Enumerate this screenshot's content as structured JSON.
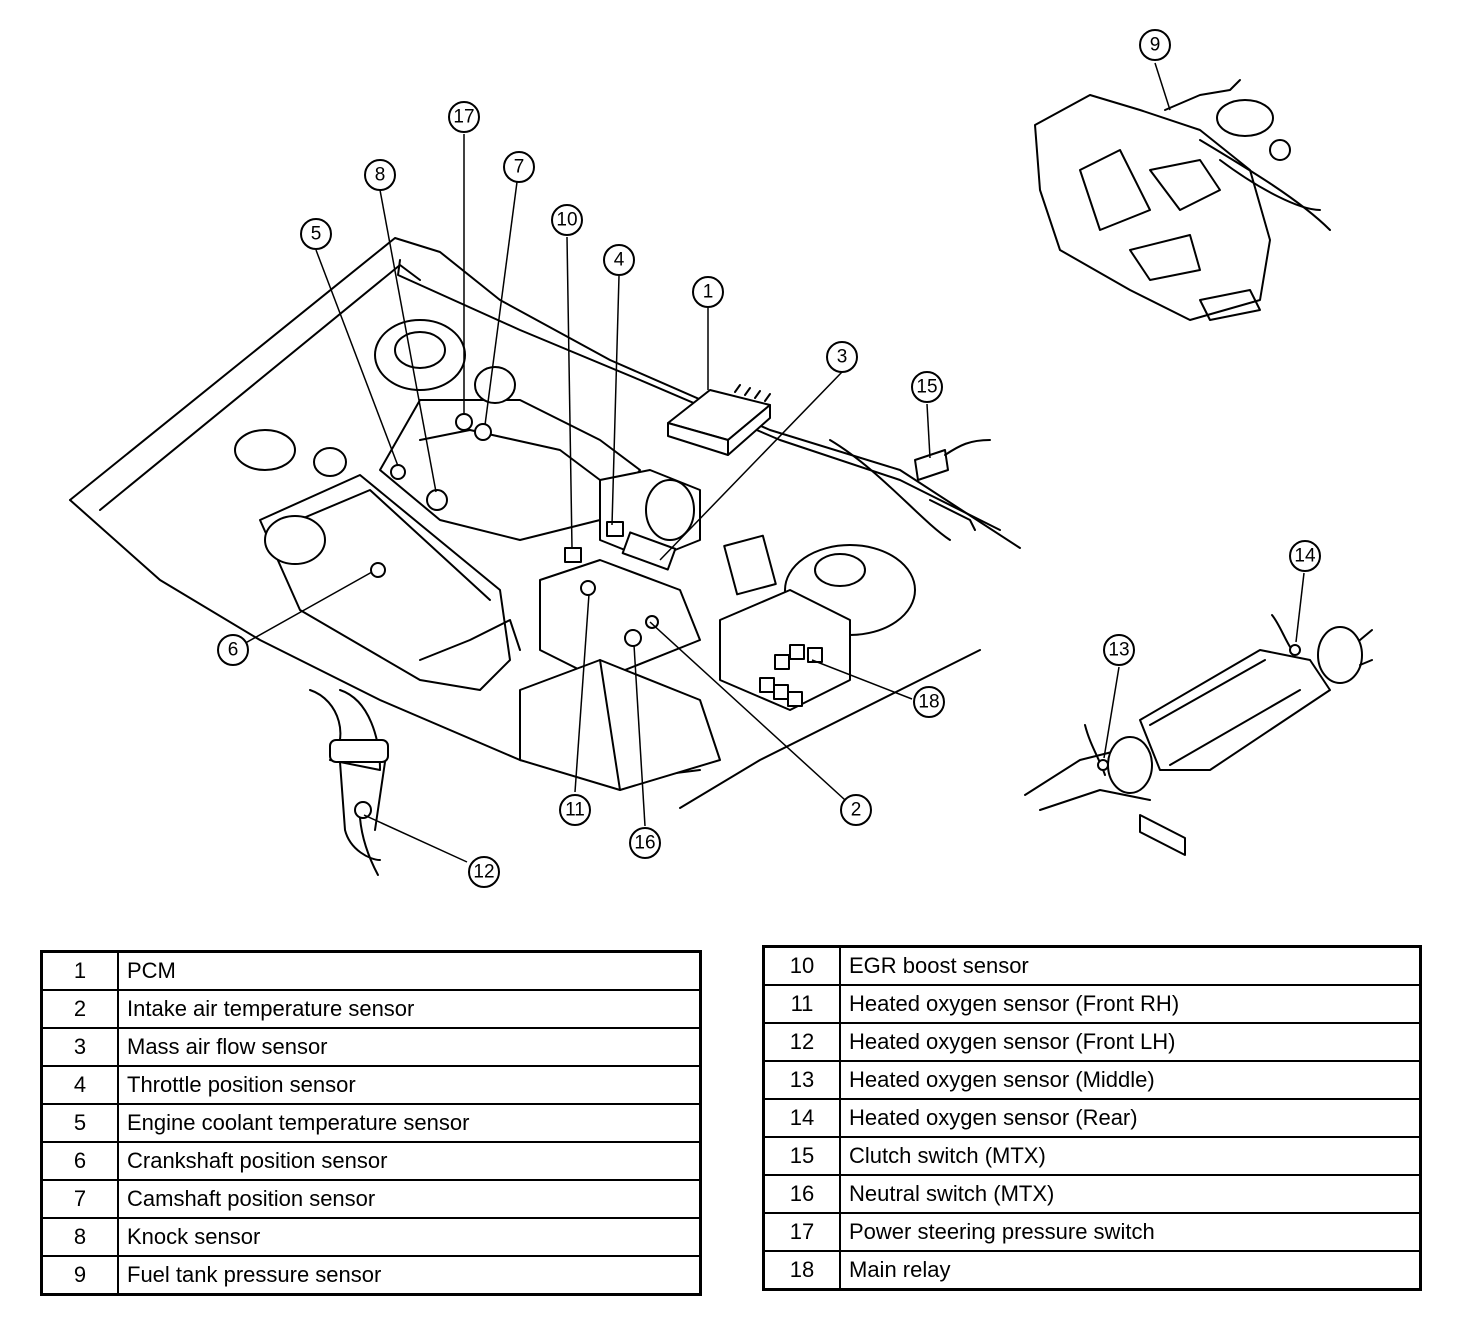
{
  "callouts": [
    "1",
    "2",
    "3",
    "4",
    "5",
    "6",
    "7",
    "8",
    "9",
    "10",
    "11",
    "12",
    "13",
    "14",
    "15",
    "16",
    "17",
    "18"
  ],
  "legend_left": [
    {
      "num": "1",
      "label": "PCM"
    },
    {
      "num": "2",
      "label": "Intake air temperature sensor"
    },
    {
      "num": "3",
      "label": "Mass air flow sensor"
    },
    {
      "num": "4",
      "label": "Throttle position sensor"
    },
    {
      "num": "5",
      "label": "Engine coolant temperature sensor"
    },
    {
      "num": "6",
      "label": "Crankshaft position sensor"
    },
    {
      "num": "7",
      "label": "Camshaft position sensor"
    },
    {
      "num": "8",
      "label": "Knock sensor"
    },
    {
      "num": "9",
      "label": "Fuel tank pressure sensor"
    }
  ],
  "legend_right": [
    {
      "num": "10",
      "label": "EGR boost sensor"
    },
    {
      "num": "11",
      "label": "Heated oxygen sensor (Front RH)"
    },
    {
      "num": "12",
      "label": "Heated oxygen sensor (Front LH)"
    },
    {
      "num": "13",
      "label": "Heated oxygen sensor (Middle)"
    },
    {
      "num": "14",
      "label": "Heated oxygen sensor (Rear)"
    },
    {
      "num": "15",
      "label": "Clutch switch (MTX)"
    },
    {
      "num": "16",
      "label": "Neutral switch (MTX)"
    },
    {
      "num": "17",
      "label": "Power steering pressure switch"
    },
    {
      "num": "18",
      "label": "Main relay"
    }
  ]
}
